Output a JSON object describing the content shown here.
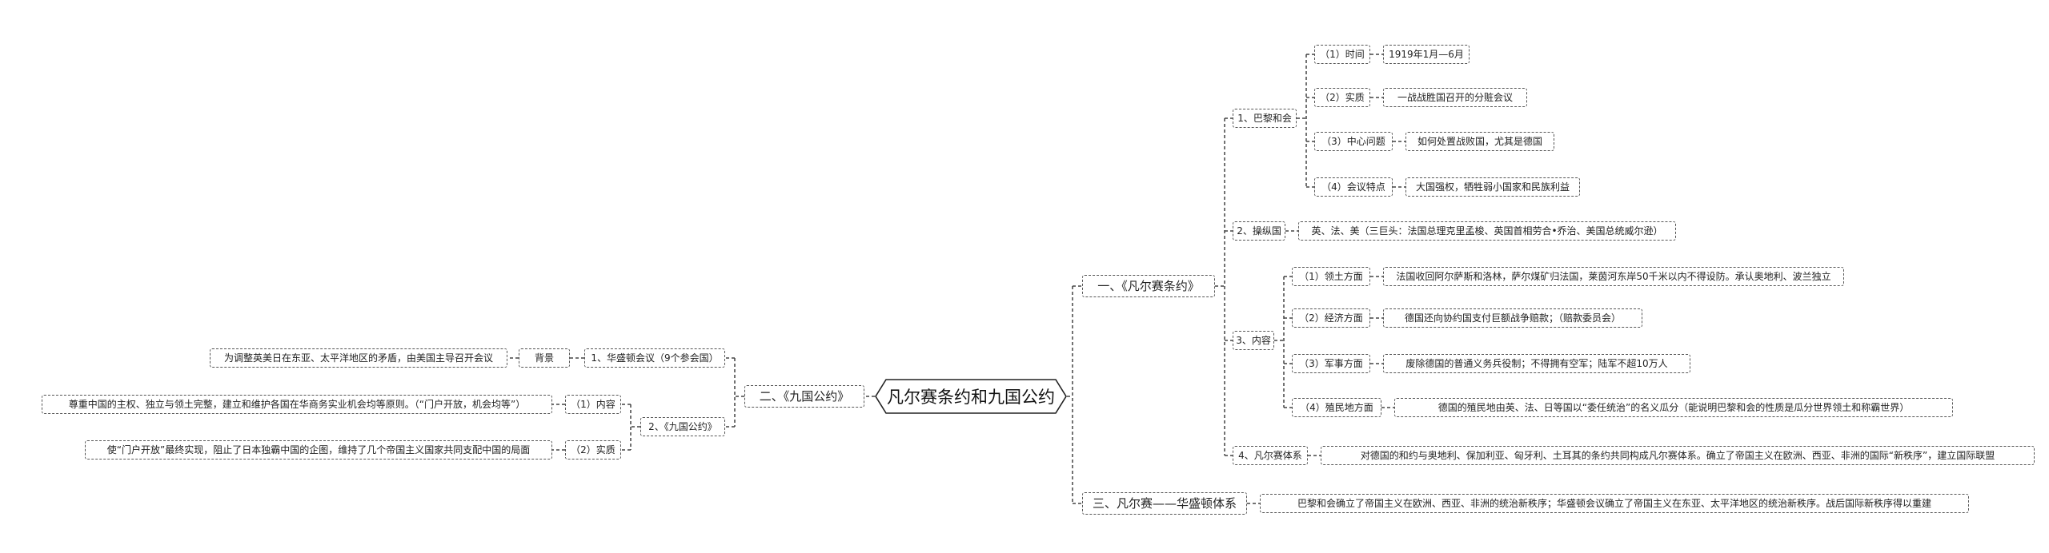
{
  "root": "凡尔赛条约和九国公约",
  "right": {
    "versailles": {
      "label": "一、《凡尔赛条约》",
      "paris": {
        "label": "1、巴黎和会",
        "time": {
          "label": "（1）时间",
          "value": "1919年1月—6月"
        },
        "nature": {
          "label": "（2）实质",
          "value": "一战战胜国召开的分赃会议"
        },
        "issue": {
          "label": "（3）中心问题",
          "value": "如何处置战败国，尤其是德国"
        },
        "feature": {
          "label": "（4）会议特点",
          "value": "大国强权，牺牲弱小国家和民族利益"
        }
      },
      "manipulators": {
        "label": "2、操纵国",
        "value": "英、法、美（三巨头：法国总理克里孟梭、英国首相劳合•乔治、美国总统威尔逊）"
      },
      "content": {
        "label": "3、内容",
        "territory": {
          "label": "（1）领土方面",
          "value": "法国收回阿尔萨斯和洛林，萨尔煤矿归法国，莱茵河东岸50千米以内不得设防。承认奥地利、波兰独立"
        },
        "economy": {
          "label": "（2）经济方面",
          "value": "德国还向协约国支付巨额战争赔款；（赔款委员会）"
        },
        "military": {
          "label": "（3）军事方面",
          "value": "废除德国的普通义务兵役制；不得拥有空军；陆军不超10万人"
        },
        "colony": {
          "label": "（4）殖民地方面",
          "value": "德国的殖民地由英、法、日等国以“委任统治”的名义瓜分（能说明巴黎和会的性质是瓜分世界领土和称霸世界）"
        }
      },
      "system": {
        "label": "4、凡尔赛体系",
        "value": "对德国的和约与奥地利、保加利亚、匈牙利、土耳其的条约共同构成凡尔赛体系。确立了帝国主义在欧洲、西亚、非洲的国际“新秩序”，建立国际联盟"
      }
    },
    "vw": {
      "label": "三、凡尔赛——华盛顿体系",
      "value": "巴黎和会确立了帝国主义在欧洲、西亚、非洲的统治新秩序；华盛顿会议确立了帝国主义在东亚、太平洋地区的统治新秩序。战后国际新秩序得以重建"
    }
  },
  "left": {
    "nine": {
      "label": "二、《九国公约》",
      "conference": {
        "label": "1、华盛顿会议（9个参会国）",
        "background": {
          "label": "背景",
          "value": "为调整英美日在东亚、太平洋地区的矛盾，由美国主导召开会议"
        }
      },
      "treaty": {
        "label": "2、《九国公约》",
        "content": {
          "label": "（1）内容",
          "value": "尊重中国的主权、独立与领土完整，建立和维护各国在华商务实业机会均等原则。（“门户开放，机会均等”）"
        },
        "essence": {
          "label": "（2）实质",
          "value": "使“门户开放”最终实现，阻止了日本独霸中国的企图，维持了几个帝国主义国家共同支配中国的局面"
        }
      }
    }
  }
}
